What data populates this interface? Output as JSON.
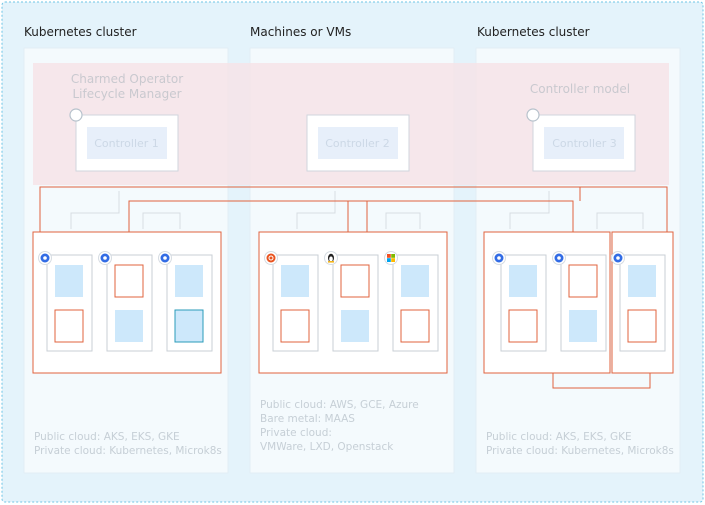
{
  "columns": [
    {
      "title": "Kubernetes cluster",
      "overlay_label": "Charmed Operator Lifecycle Manager",
      "controller_label": "Controller 1",
      "footer": [
        "Public cloud: AKS, EKS, GKE",
        "Private cloud: Kubernetes, Microk8s"
      ],
      "machine_icons": [
        "kubernetes-icon",
        "kubernetes-icon",
        "kubernetes-icon"
      ]
    },
    {
      "title": "Machines or VMs",
      "overlay_label": "",
      "controller_label": "Controller 2",
      "footer": [
        "Public cloud: AWS, GCE, Azure",
        "Bare metal: MAAS",
        "Private cloud:",
        "VMWare, LXD, Openstack"
      ],
      "machine_icons": [
        "ubuntu-icon",
        "linux-tux-icon",
        "windows-icon"
      ]
    },
    {
      "title": "Kubernetes cluster",
      "overlay_label": "Controller model",
      "controller_label": "Controller 3",
      "footer": [
        "Public cloud: AKS, EKS, GKE",
        "Private cloud: Kubernetes, Microk8s"
      ],
      "machine_icons": [
        "kubernetes-icon",
        "kubernetes-icon",
        "kubernetes-icon"
      ]
    }
  ],
  "colors": {
    "outer_border": "#6ec4e6",
    "outer_fill": "#e4f3fb",
    "column_fill": "#f4fafd",
    "overlay_fill": "#f6e3e7",
    "accent": "#e0633e",
    "unit_fill": "#cde8fb",
    "unit_teal": "#2a9bb8"
  }
}
